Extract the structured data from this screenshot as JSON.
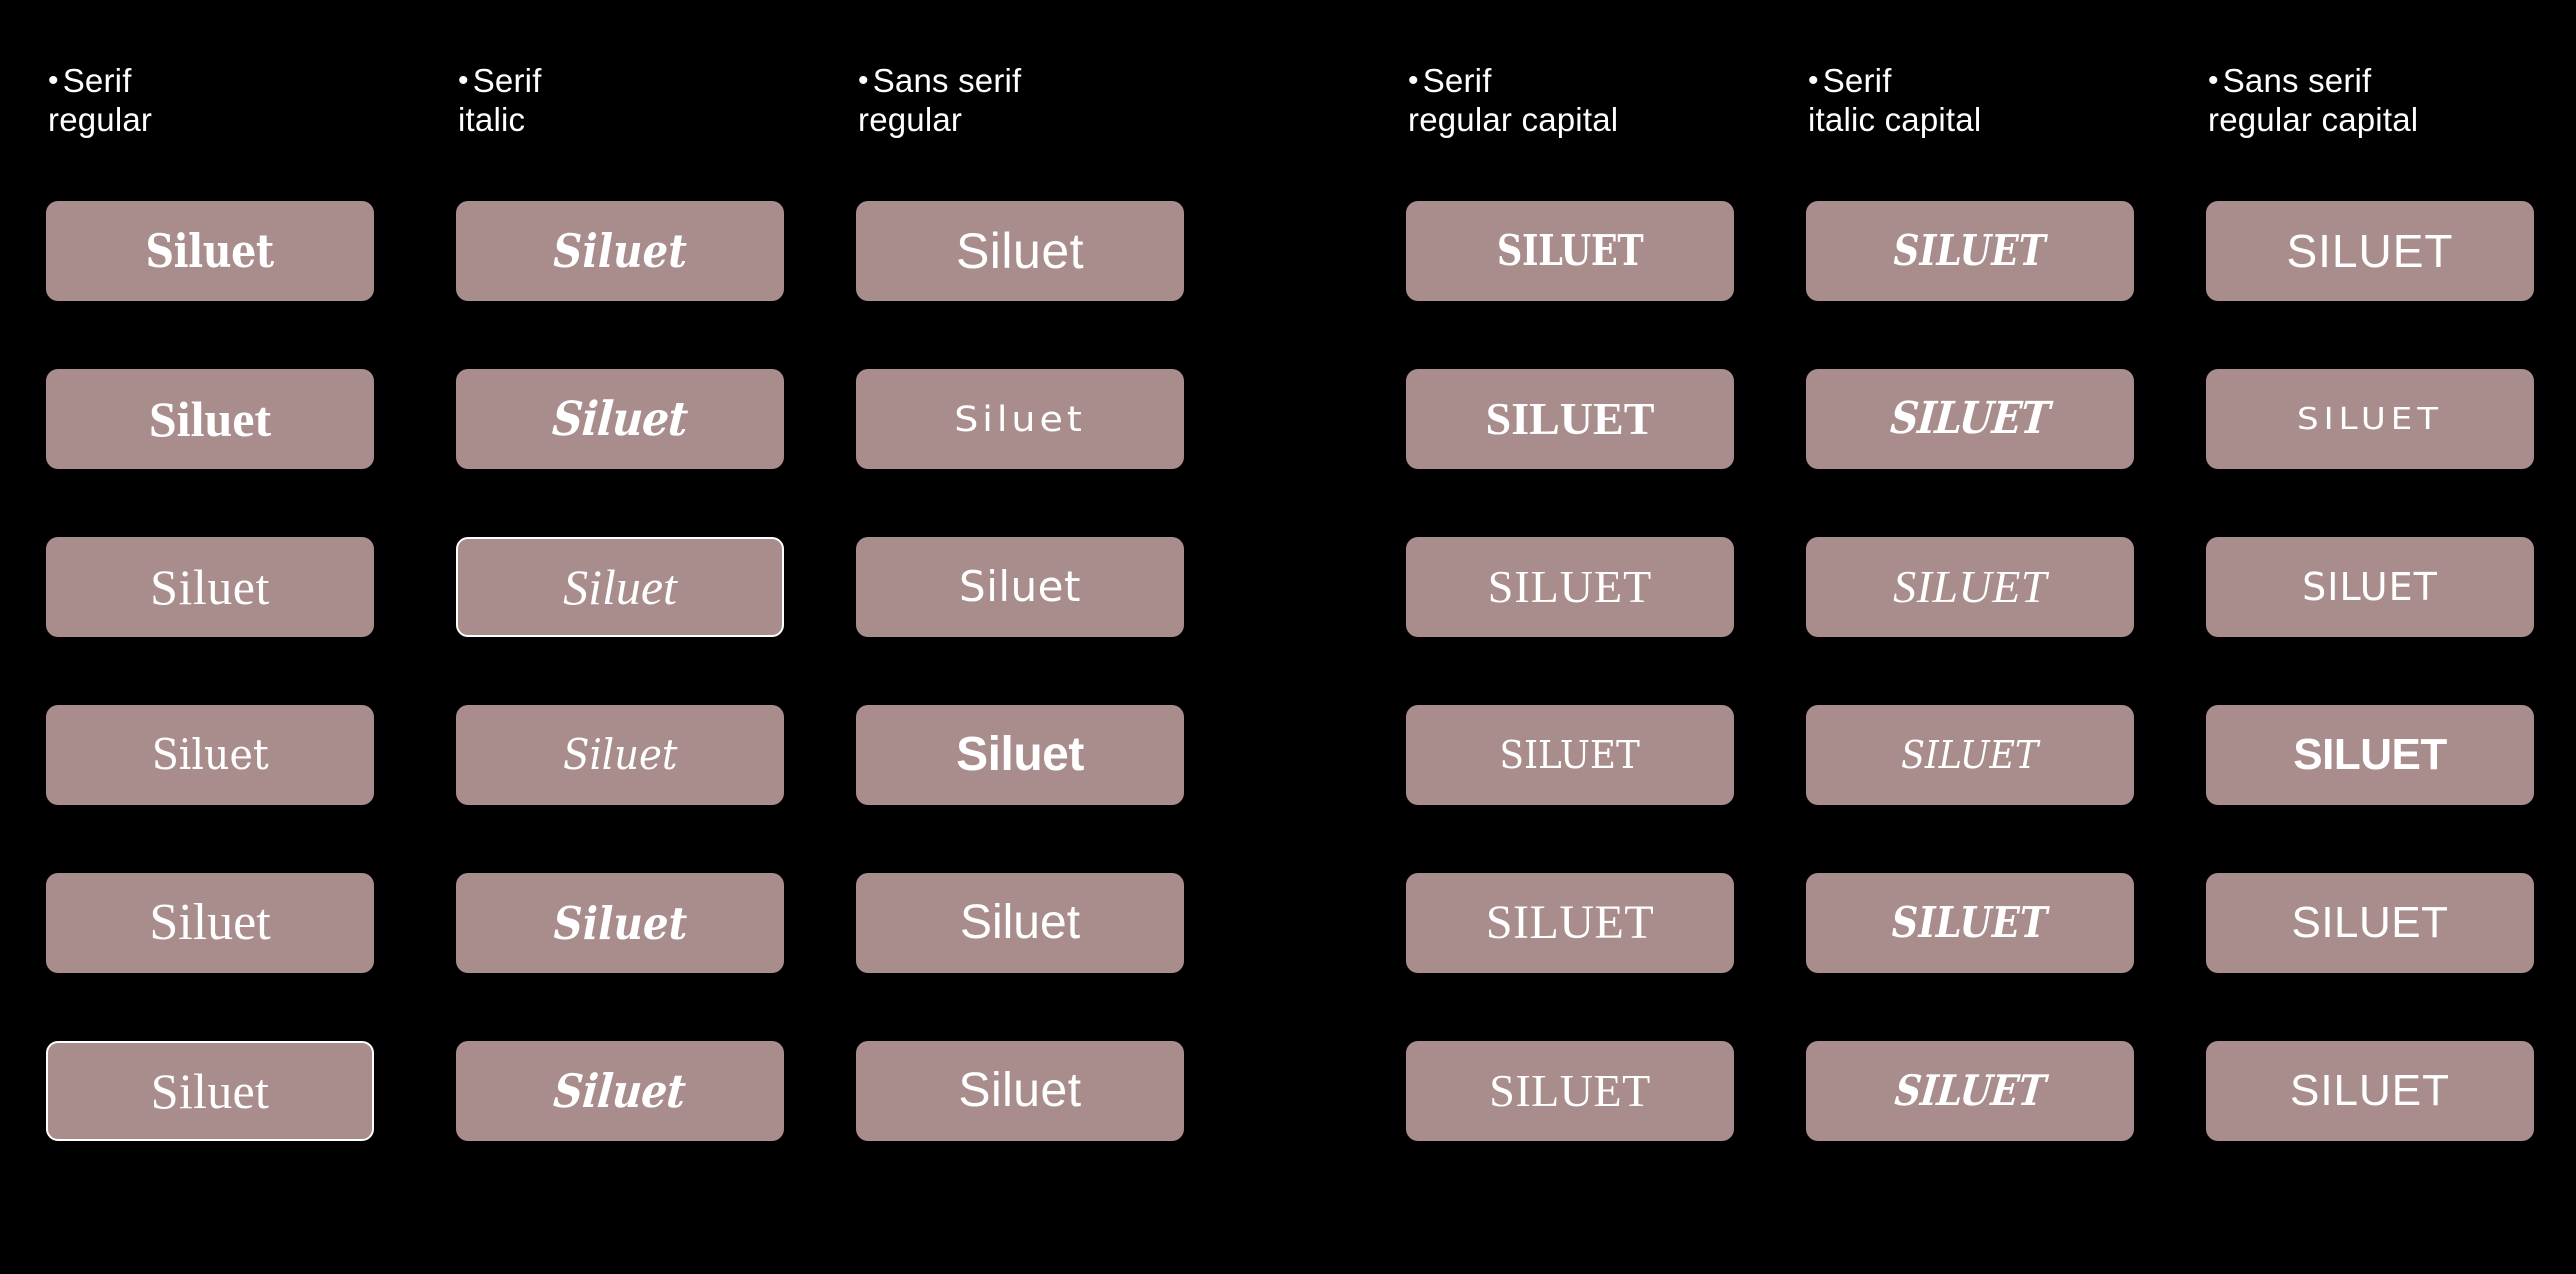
{
  "background_color": "#000000",
  "chip_color": "#A98D8D",
  "text_color": "#FFFFFF",
  "selection_border_color": "#FFFFFF",
  "columns": [
    {
      "bullet": "•",
      "line1": "Serif",
      "line2": "regular",
      "group": "lowercase"
    },
    {
      "bullet": "•",
      "line1": "Serif",
      "line2": "italic",
      "group": "lowercase"
    },
    {
      "bullet": "•",
      "line1": "Sans serif",
      "line2": "regular",
      "group": "lowercase"
    },
    {
      "bullet": "•",
      "line1": "Serif",
      "line2": "regular capital",
      "group": "capital"
    },
    {
      "bullet": "•",
      "line1": "Serif",
      "line2": "italic capital",
      "group": "capital"
    },
    {
      "bullet": "•",
      "line1": "Sans serif",
      "line2": "regular capital",
      "group": "capital"
    }
  ],
  "specimen_word_lower": "Siluet",
  "specimen_word_upper": "SILUET",
  "grid": {
    "rows": 6,
    "cols": 6,
    "cells": [
      [
        {
          "label": "Siluet",
          "variant": "s1",
          "selected": false
        },
        {
          "label": "Siluet",
          "variant": "i1",
          "selected": false
        },
        {
          "label": "Siluet",
          "variant": "n1",
          "selected": false
        },
        {
          "label": "SILUET",
          "variant": "c1",
          "selected": false
        },
        {
          "label": "SILUET",
          "variant": "d1",
          "selected": false
        },
        {
          "label": "SILUET",
          "variant": "e1",
          "selected": false
        }
      ],
      [
        {
          "label": "Siluet",
          "variant": "s2",
          "selected": false
        },
        {
          "label": "Siluet",
          "variant": "i2",
          "selected": false
        },
        {
          "label": "Siluet",
          "variant": "n2",
          "selected": false
        },
        {
          "label": "SILUET",
          "variant": "c2",
          "selected": false
        },
        {
          "label": "SILUET",
          "variant": "d2",
          "selected": false
        },
        {
          "label": "SILUET",
          "variant": "e2",
          "selected": false
        }
      ],
      [
        {
          "label": "Siluet",
          "variant": "s3",
          "selected": false
        },
        {
          "label": "Siluet",
          "variant": "i3",
          "selected": true
        },
        {
          "label": "Siluet",
          "variant": "n3",
          "selected": false
        },
        {
          "label": "SILUET",
          "variant": "c3",
          "selected": false
        },
        {
          "label": "SILUET",
          "variant": "d3",
          "selected": false
        },
        {
          "label": "SILUET",
          "variant": "e3",
          "selected": false
        }
      ],
      [
        {
          "label": "Siluet",
          "variant": "s4",
          "selected": false
        },
        {
          "label": "Siluet",
          "variant": "i4",
          "selected": false
        },
        {
          "label": "Siluet",
          "variant": "n4",
          "selected": false
        },
        {
          "label": "SILUET",
          "variant": "c4",
          "selected": false
        },
        {
          "label": "SILUET",
          "variant": "d4",
          "selected": false
        },
        {
          "label": "SILUET",
          "variant": "e4",
          "selected": false
        }
      ],
      [
        {
          "label": "Siluet",
          "variant": "s5",
          "selected": false
        },
        {
          "label": "Siluet",
          "variant": "i5",
          "selected": false
        },
        {
          "label": "Siluet",
          "variant": "n5",
          "selected": false
        },
        {
          "label": "SILUET",
          "variant": "c5",
          "selected": false
        },
        {
          "label": "SILUET",
          "variant": "d5",
          "selected": false
        },
        {
          "label": "SILUET",
          "variant": "e5",
          "selected": false
        }
      ],
      [
        {
          "label": "Siluet",
          "variant": "s6",
          "selected": true
        },
        {
          "label": "Siluet",
          "variant": "i6",
          "selected": false
        },
        {
          "label": "Siluet",
          "variant": "n6",
          "selected": false
        },
        {
          "label": "SILUET",
          "variant": "c6",
          "selected": false
        },
        {
          "label": "SILUET",
          "variant": "d6",
          "selected": false
        },
        {
          "label": "SILUET",
          "variant": "e6",
          "selected": false
        }
      ]
    ]
  }
}
